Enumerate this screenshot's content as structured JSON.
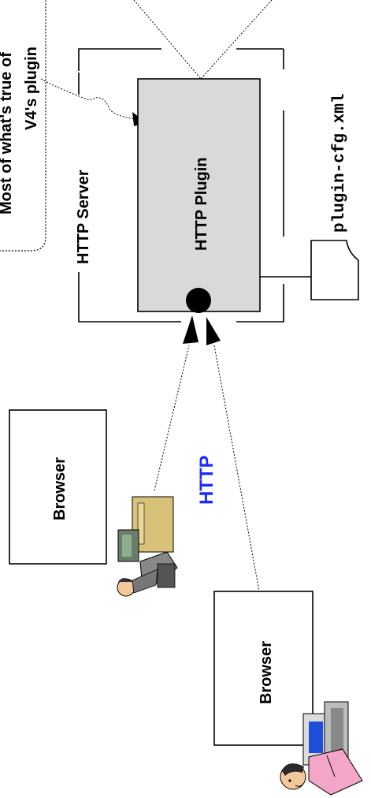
{
  "callout": {
    "line1": "Most of what's true of",
    "line2": "V4's plugin"
  },
  "server": {
    "label": "HTTP Server"
  },
  "plugin": {
    "label": "HTTP Plugin"
  },
  "config_file": {
    "label": "plugin-cfg.xml"
  },
  "protocol": {
    "label": "HTTP",
    "color": "#1a2cff"
  },
  "browsers": [
    {
      "label": "Browser"
    },
    {
      "label": "Browser"
    }
  ],
  "colors": {
    "plugin_fill": "#d9d9d9",
    "stroke": "#000000",
    "monitor_blue": "#1f4fd8",
    "shirt_pink": "#f4a6c8",
    "skin": "#f2c89a",
    "desk": "#d8c27a"
  }
}
